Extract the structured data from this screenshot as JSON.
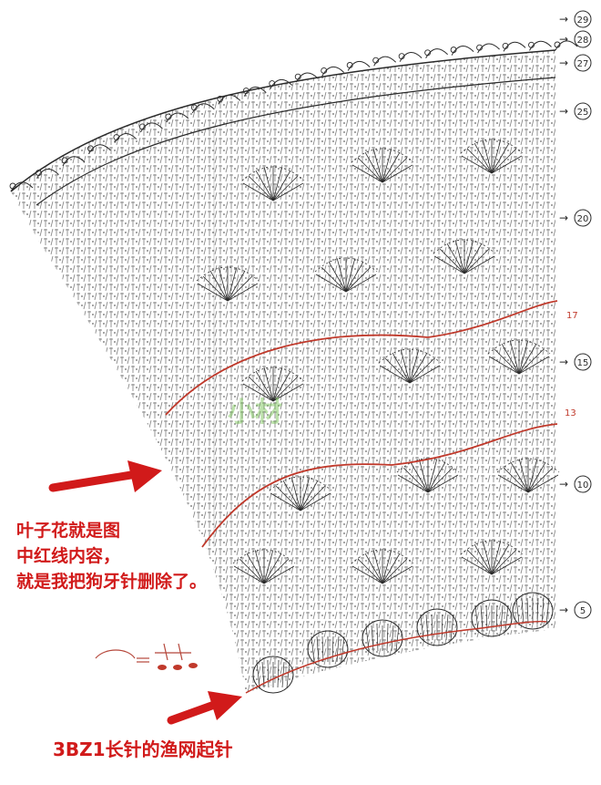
{
  "row_markers": {
    "r29": "29",
    "r28": "28",
    "r27": "27",
    "r25": "25",
    "r20": "20",
    "r17": "17",
    "r15": "15",
    "r13": "13",
    "r10": "10",
    "r5": "5"
  },
  "annotations": {
    "note_line1": "叶子花就是图",
    "note_line2": "中红线内容，",
    "note_line3": "就是我把狗牙针删除了。",
    "start_caption": "3BZ1长针的渔网起针"
  },
  "watermark": "小材",
  "colors": {
    "ink": "#2a2a2a",
    "annotation_red": "#d11a1a",
    "red_line": "#c0392b",
    "watermark_green": "#6fbf4a"
  },
  "icons": [
    "right-arrow-icon",
    "stitch-symbol-icon"
  ]
}
